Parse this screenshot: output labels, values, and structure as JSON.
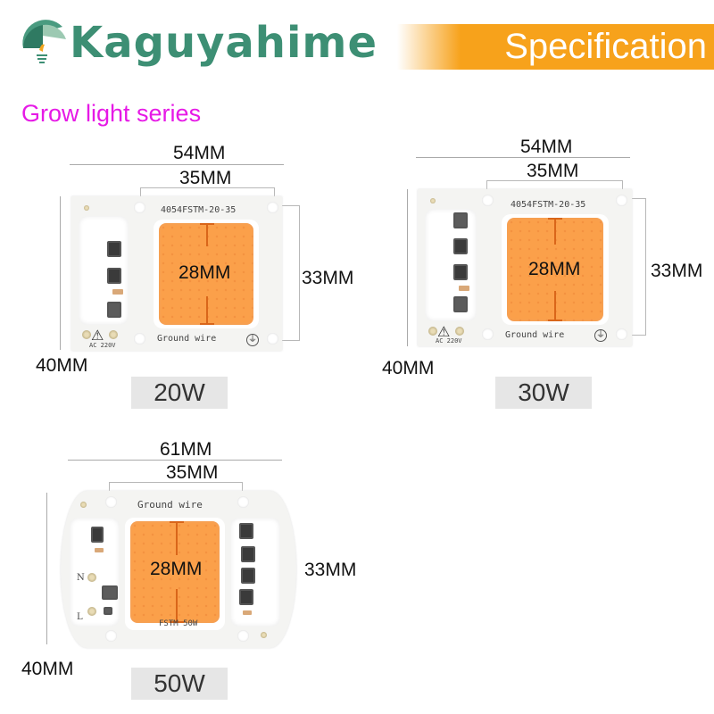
{
  "header": {
    "brand": "Kaguyahime",
    "banner_title": "Specification",
    "colors": {
      "brand_green": "#3d8f74",
      "banner_orange": "#f7a21b",
      "series_magenta": "#e619e6"
    }
  },
  "series_title": "Grow light series",
  "boards": [
    {
      "watt": "20W",
      "width_dim": "54MM",
      "hole_spacing_dim": "35MM",
      "height_hole_dim": "33MM",
      "height_dim": "40MM",
      "chip_dim": "28MM",
      "model_silk": "4054FSTM-20-35",
      "ground_silk": "Ground wire",
      "voltage_silk": "AC 220V"
    },
    {
      "watt": "30W",
      "width_dim": "54MM",
      "hole_spacing_dim": "35MM",
      "height_hole_dim": "33MM",
      "height_dim": "40MM",
      "chip_dim": "28MM",
      "model_silk": "4054FSTM-20-35",
      "ground_silk": "Ground wire",
      "voltage_silk": "AC 220V"
    },
    {
      "watt": "50W",
      "width_dim": "61MM",
      "hole_spacing_dim": "35MM",
      "height_hole_dim": "33MM",
      "height_dim": "40MM",
      "chip_dim": "28MM",
      "model_silk": "FSTM 50W",
      "ground_silk": "Ground wire",
      "n_label": "N",
      "l_label": "L"
    }
  ],
  "icons": {
    "ground": "⏚",
    "warning": "⚠"
  }
}
